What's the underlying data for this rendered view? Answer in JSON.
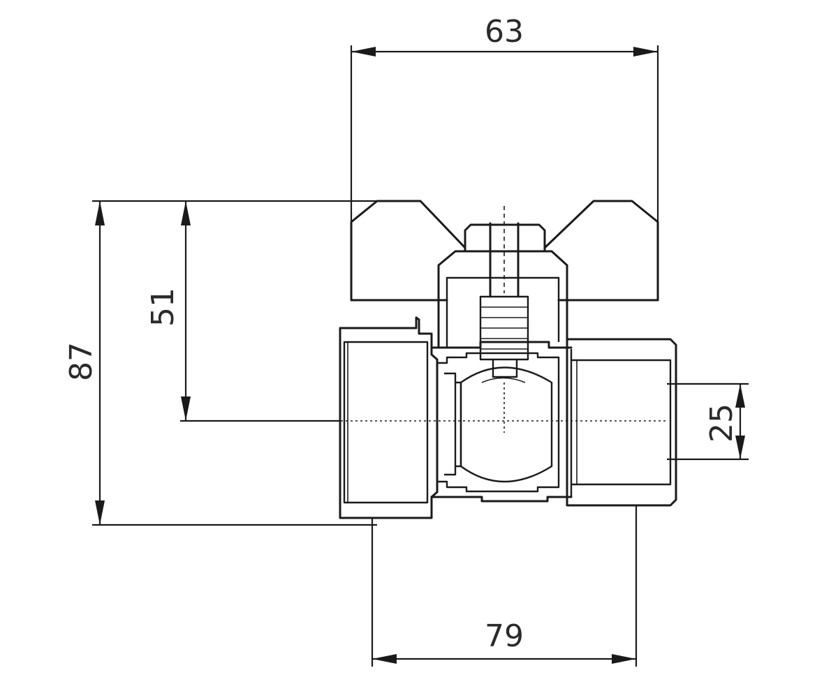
{
  "drawing": {
    "dimensions": {
      "handle_width": "63",
      "total_height": "87",
      "stem_height": "51",
      "bore": "25",
      "body_length": "79"
    }
  },
  "colors": {
    "line": "#1a1a1a",
    "text": "#2a2a2a",
    "background": "#ffffff"
  }
}
